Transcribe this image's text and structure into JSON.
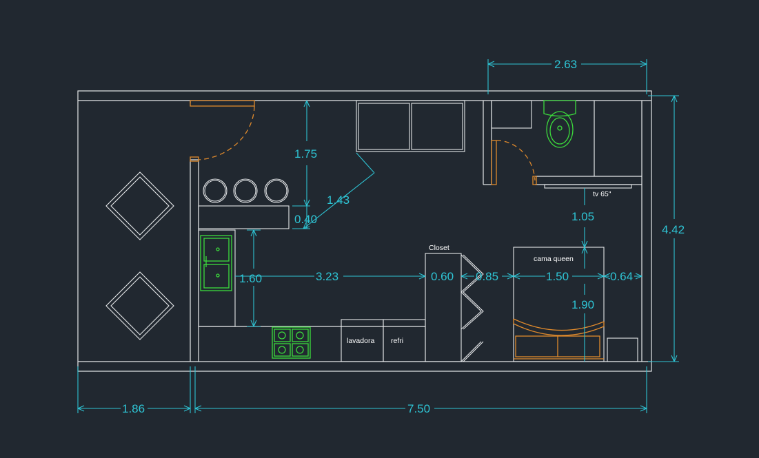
{
  "dimensions": {
    "top_width": "2.63",
    "right_height": "4.42",
    "bottom_left": "1.86",
    "bottom_main": "7.50",
    "bar_to_top": "1.75",
    "diagonal": "1.43",
    "bar_depth": "0.40",
    "kitchen_height": "1.60",
    "kitchen_to_closet": "3.23",
    "closet_width": "0.60",
    "closet_to_bed": "0.85",
    "bed_width": "1.50",
    "bed_to_wall": "0.64",
    "bath_to_bed": "1.05",
    "bed_length": "1.90"
  },
  "labels": {
    "tv": "tv 65\"",
    "closet": "Closet",
    "bed": "cama queen",
    "washer": "lavadora",
    "fridge": "refri"
  },
  "colors": {
    "background": "#212830",
    "dimension": "#2ec4d4",
    "wall": "#e6e8ea",
    "door": "#e08a2c",
    "fixture": "#3cdc3c"
  }
}
